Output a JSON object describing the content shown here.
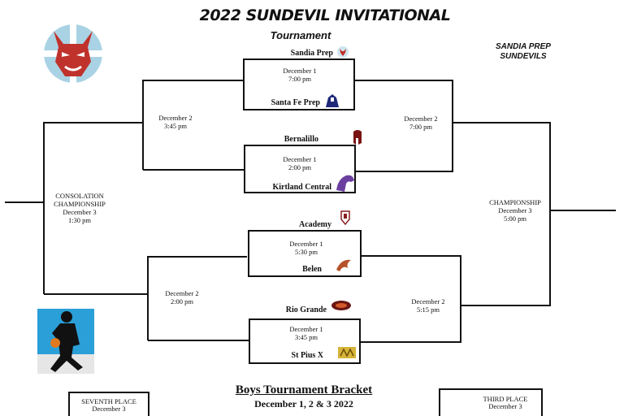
{
  "header": {
    "title": "2022 SUNDEVIL INVITATIONAL",
    "subtitle": "Tournament",
    "host_line1": "SANDIA PREP",
    "host_line2": "SUNDEVILS"
  },
  "first_round": [
    {
      "top_team": "Sandia Prep",
      "date": "December 1",
      "time": "7:00 pm",
      "bottom_team": "Santa Fe Prep"
    },
    {
      "top_team": "Bernalillo",
      "date": "December 1",
      "time": "2:00 pm",
      "bottom_team": "Kirtland Central"
    },
    {
      "top_team": "Academy",
      "date": "December 1",
      "time": "5:30 pm",
      "bottom_team": "Belen"
    },
    {
      "top_team": "Rio Grande",
      "date": "December 1",
      "time": "3:45 pm",
      "bottom_team": "St Pius X"
    }
  ],
  "second_round": [
    {
      "date": "December 2",
      "time": "3:45  pm"
    },
    {
      "date": "December 2",
      "time": "7:00  pm"
    },
    {
      "date": "December 2",
      "time": "2:00  pm"
    },
    {
      "date": "December 2",
      "time": "5:15  pm"
    }
  ],
  "consolation": {
    "line1": "CONSOLATION",
    "line2": "CHAMPIONSHIP",
    "date": "December 3",
    "time": "1:30 pm"
  },
  "championship": {
    "line1": "CHAMPIONSHIP",
    "date": "December 3",
    "time": "5:00  pm"
  },
  "bottom": {
    "seventh": "SEVENTH PLACE",
    "seventh_date": "December 3",
    "third": "THIRD PLACE",
    "third_date": "December 3",
    "bracket_title": "Boys Tournament Bracket",
    "bracket_dates": "December 1, 2 & 3 2022"
  },
  "icons": [
    "red-devil-logo-icon",
    "basketball-player-icon",
    "crusader-icon",
    "knight-icon",
    "spartan-helmet-icon",
    "bronco-icon",
    "charger-icon",
    "eagle-icon",
    "ravens-icon",
    "sartans-icon"
  ]
}
